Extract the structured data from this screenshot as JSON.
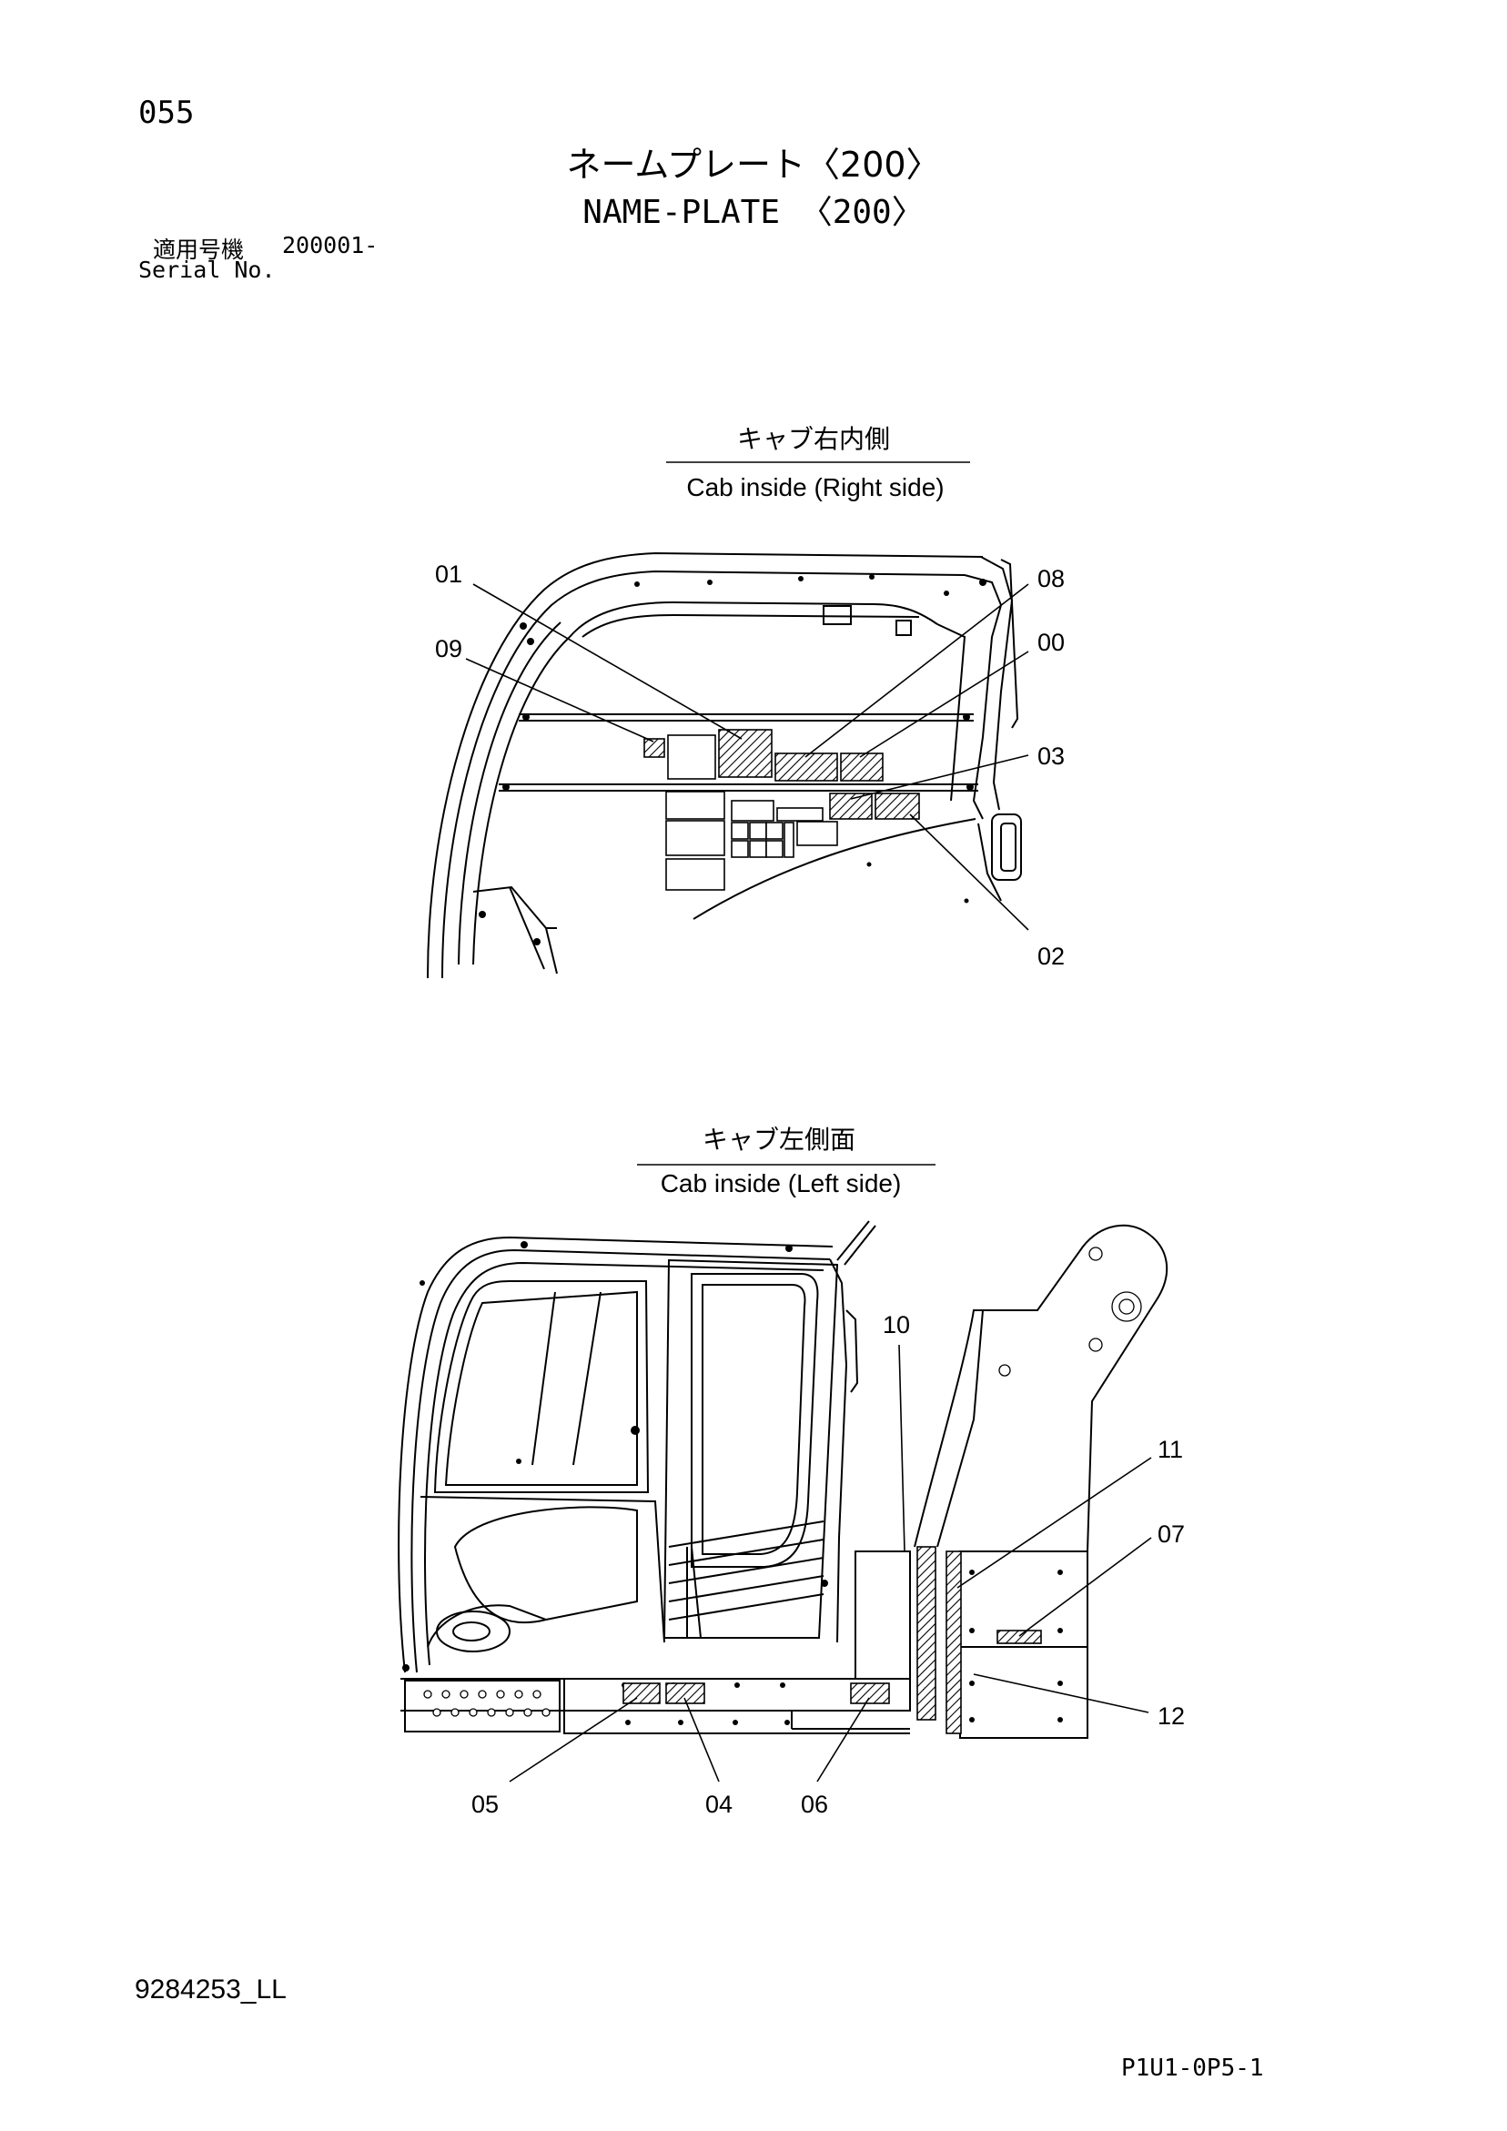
{
  "header": {
    "page_number": "055",
    "title_jp": "ネームプレート〈200〉",
    "title_en": "NAME-PLATE 〈200〉",
    "serial_label_jp": "適用号機",
    "serial_value": "200001-",
    "serial_label_en": "Serial No."
  },
  "views": {
    "right": {
      "heading_jp": "キャブ右内側",
      "heading_en": "Cab inside (Right side)",
      "callouts": [
        "01",
        "09",
        "08",
        "00",
        "03",
        "02"
      ]
    },
    "left": {
      "heading_jp": "キャブ左側面",
      "heading_en": "Cab inside (Left side)",
      "callouts": [
        "10",
        "11",
        "07",
        "12",
        "05",
        "04",
        "06"
      ]
    }
  },
  "footer": {
    "doc_number": "9284253_LL",
    "page_code": "P1U1-0P5-1"
  }
}
